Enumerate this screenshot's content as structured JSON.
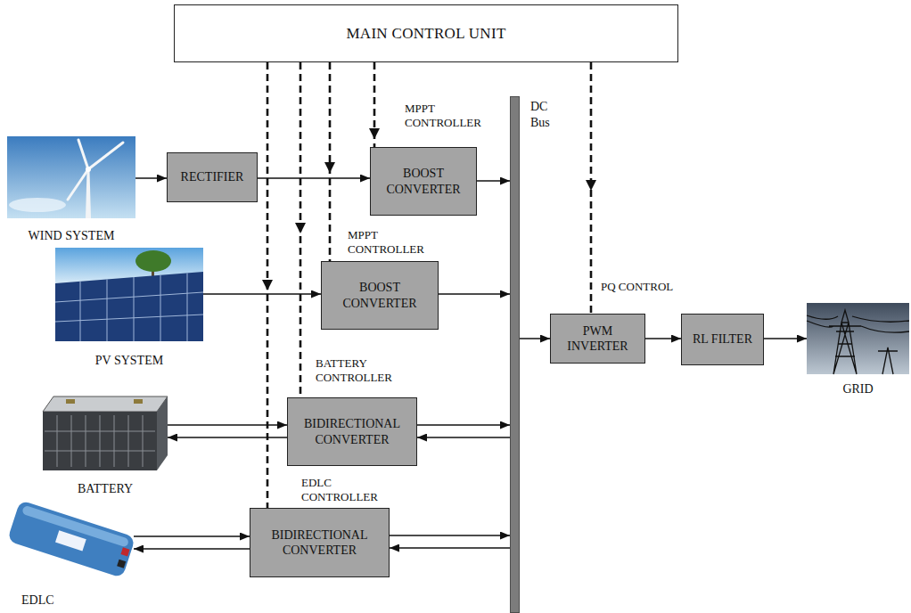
{
  "diagram": {
    "nodes": [
      {
        "text": [
          "MAIN CONTROL UNIT"
        ]
      },
      {
        "text": [
          "WIND SYSTEM"
        ]
      },
      {
        "text": [
          "RECTIFIER"
        ]
      },
      {
        "text": [
          "BOOST CONVERTER"
        ]
      },
      {
        "text": [
          "PV SYSTEM"
        ]
      },
      {
        "text": [
          "BOOST CONVERTER"
        ]
      },
      {
        "text": [
          "BATTERY"
        ]
      },
      {
        "text": [
          "BIDIRECTIONAL CONVERTER"
        ]
      },
      {
        "text": [
          "EDLC"
        ]
      },
      {
        "text": [
          "BIDIRECTIONAL CONVERTER"
        ]
      },
      {
        "text": [
          "DC Bus"
        ]
      },
      {
        "text": [
          "PWM INVERTER"
        ]
      },
      {
        "text": [
          "RL FILTER"
        ]
      },
      {
        "text": [
          "GRID"
        ]
      }
    ],
    "edges": [
      {
        "from": 1,
        "to": 2,
        "arrow": "to"
      },
      {
        "from": 2,
        "to": 3,
        "arrow": "to"
      },
      {
        "from": 3,
        "to": 10,
        "arrow": "to"
      },
      {
        "from": 4,
        "to": 5,
        "arrow": "to"
      },
      {
        "from": 5,
        "to": 10,
        "arrow": "to"
      },
      {
        "from": 6,
        "to": 7,
        "arrow": "to"
      },
      {
        "from": 7,
        "to": 6,
        "arrow": "to"
      },
      {
        "from": 7,
        "to": 10,
        "arrow": "to"
      },
      {
        "from": 10,
        "to": 7,
        "arrow": "to"
      },
      {
        "from": 8,
        "to": 9,
        "arrow": "to"
      },
      {
        "from": 9,
        "to": 8,
        "arrow": "to"
      },
      {
        "from": 9,
        "to": 10,
        "arrow": "to"
      },
      {
        "from": 10,
        "to": 9,
        "arrow": "to"
      },
      {
        "from": 10,
        "to": 11,
        "arrow": "to"
      },
      {
        "from": 11,
        "to": 12,
        "arrow": "to"
      },
      {
        "from": 12,
        "to": 13,
        "arrow": "to"
      },
      {
        "from": 0,
        "to": 3,
        "label": "MPPT CONTROLLER",
        "arrow": "to"
      },
      {
        "from": 0,
        "to": 5,
        "label": "MPPT CONTROLLER",
        "arrow": "to"
      },
      {
        "from": 0,
        "to": 7,
        "label": "BATTERY CONTROLLER",
        "arrow": "to"
      },
      {
        "from": 0,
        "to": 9,
        "label": "EDLC CONTROLLER",
        "arrow": "to"
      },
      {
        "from": 0,
        "to": 11,
        "label": "PQ CONTROL",
        "arrow": "to"
      }
    ]
  }
}
